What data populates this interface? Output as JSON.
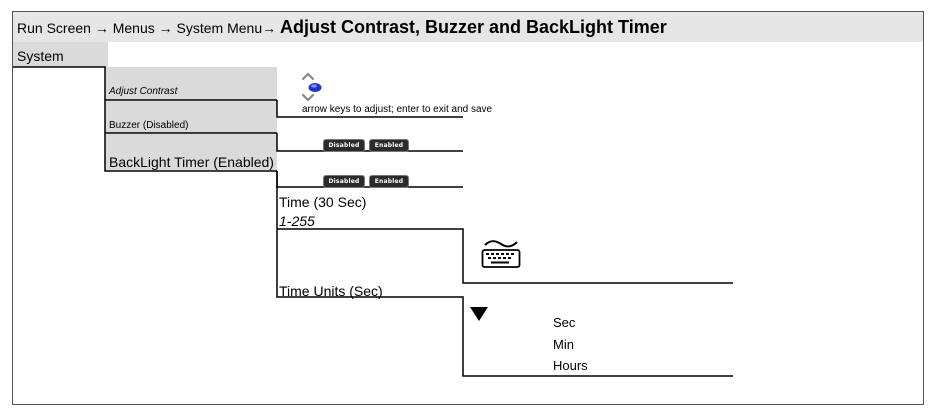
{
  "breadcrumb": {
    "run_screen": "Run Screen",
    "menus": "Menus",
    "system_menu": "System Menu",
    "separator": "→",
    "title": "Adjust Contrast, Buzzer and BackLight Timer"
  },
  "menu": {
    "system": "System",
    "adjust_contrast": "Adjust Contrast",
    "buzzer": "Buzzer (Disabled)",
    "backlight_timer": "BackLight Timer (Enabled)",
    "time": "Time (30 Sec)",
    "range": "1-255",
    "time_units": "Time Units (Sec)"
  },
  "contrast_hint": "arrow keys to adjust; enter to exit and save",
  "toggle": {
    "disabled": "Disabled",
    "enabled": "Enabled"
  },
  "units_options": [
    "Sec",
    "Min",
    "Hours"
  ],
  "icons": {
    "contrast_adjust": "up-down-arrow-icon",
    "keyboard": "keyboard-icon",
    "dropdown": "down-triangle-icon"
  },
  "colors": {
    "title_bar": "#e6e6e6",
    "menu_highlight": "#dadada",
    "button_bg": "#2b2b2b",
    "knob_blue": "#2233cc"
  }
}
